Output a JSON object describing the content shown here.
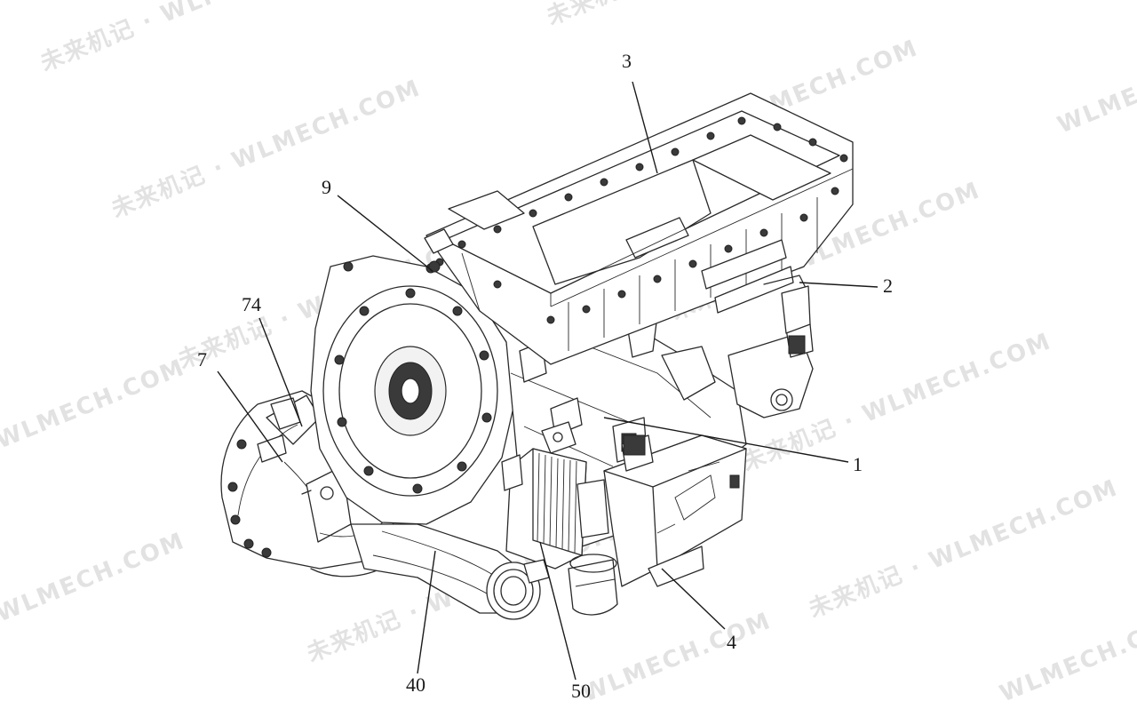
{
  "callouts": [
    {
      "id": "3",
      "text": "3"
    },
    {
      "id": "9",
      "text": "9"
    },
    {
      "id": "2",
      "text": "2"
    },
    {
      "id": "74",
      "text": "74"
    },
    {
      "id": "7",
      "text": "7"
    },
    {
      "id": "1",
      "text": "1"
    },
    {
      "id": "4",
      "text": "4"
    },
    {
      "id": "40",
      "text": "40"
    },
    {
      "id": "50",
      "text": "50"
    }
  ],
  "watermark": {
    "text": "未来机记 · WLMECH.COM",
    "short": "WLMECH.COM",
    "color": "#d8d8d8"
  }
}
